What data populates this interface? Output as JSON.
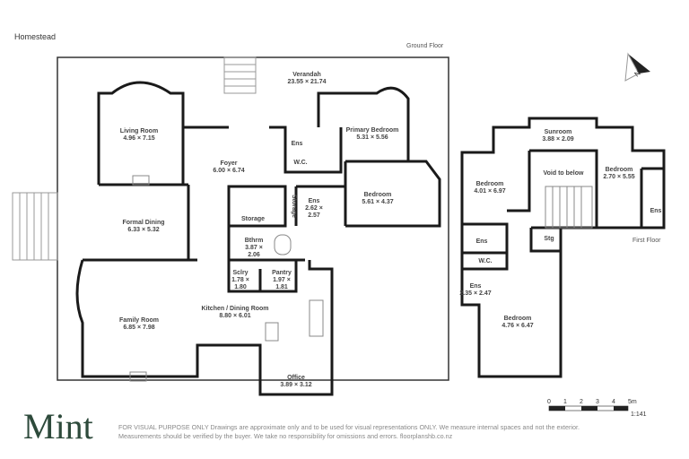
{
  "title": "Homestead",
  "ground_floor": {
    "label": "Ground Floor",
    "rooms": [
      {
        "name": "Verandah",
        "dims": "23.55 × 21.74"
      },
      {
        "name": "Living Room",
        "dims": "4.96 × 7.15"
      },
      {
        "name": "Foyer",
        "dims": "6.00 × 6.74"
      },
      {
        "name": "Primary Bedroom",
        "dims": "5.31 × 5.56"
      },
      {
        "name": "Ens",
        "dims": ""
      },
      {
        "name": "W.C.",
        "dims": ""
      },
      {
        "name": "Bedroom",
        "dims": "5.61 × 4.37"
      },
      {
        "name": "Ens",
        "dims": "2.62 ×",
        "dims2": "2.57"
      },
      {
        "name": "Storage",
        "dims": ""
      },
      {
        "name": "Storage",
        "dims": ""
      },
      {
        "name": "Formal Dining",
        "dims": "6.33 × 5.32"
      },
      {
        "name": "Bthrm",
        "dims": "3.87 ×",
        "dims2": "2.06"
      },
      {
        "name": "Sclry",
        "dims": "1.78 ×",
        "dims2": "1.80"
      },
      {
        "name": "Pantry",
        "dims": "1.97 ×",
        "dims2": "1.81"
      },
      {
        "name": "Kitchen / Dining Room",
        "dims": "8.80 × 6.01"
      },
      {
        "name": "Family Room",
        "dims": "6.85 × 7.98"
      },
      {
        "name": "Office",
        "dims": "3.89 × 3.12"
      }
    ]
  },
  "first_floor": {
    "label": "First Floor",
    "rooms": [
      {
        "name": "Sunroom",
        "dims": "3.88 × 2.09"
      },
      {
        "name": "Void to below",
        "dims": ""
      },
      {
        "name": "Bedroom",
        "dims": "2.70 × 5.55"
      },
      {
        "name": "Bedroom",
        "dims": "4.01 × 6.97"
      },
      {
        "name": "Ens",
        "dims": ""
      },
      {
        "name": "Ens",
        "dims": ""
      },
      {
        "name": "Stg",
        "dims": ""
      },
      {
        "name": "W.C.",
        "dims": ""
      },
      {
        "name": "Ens",
        "dims": "2.35 × 2.47"
      },
      {
        "name": "Bedroom",
        "dims": "4.76 × 6.47"
      }
    ]
  },
  "compass": {
    "label": "N"
  },
  "scale": {
    "ticks": [
      "0",
      "1",
      "2",
      "3",
      "4",
      "5m"
    ],
    "ratio": "1:141"
  },
  "brand": {
    "logo": "Mint",
    "disclaimer": "FOR VISUAL PURPOSE ONLY Drawings are approximate only and to be used for visual representations ONLY. We measure internal spaces and not the exterior. Measurements should be verified by the buyer. We take no responsibility for omissions and errors. floorplanshb.co.nz",
    "brand_color": "#2d4a3b"
  }
}
